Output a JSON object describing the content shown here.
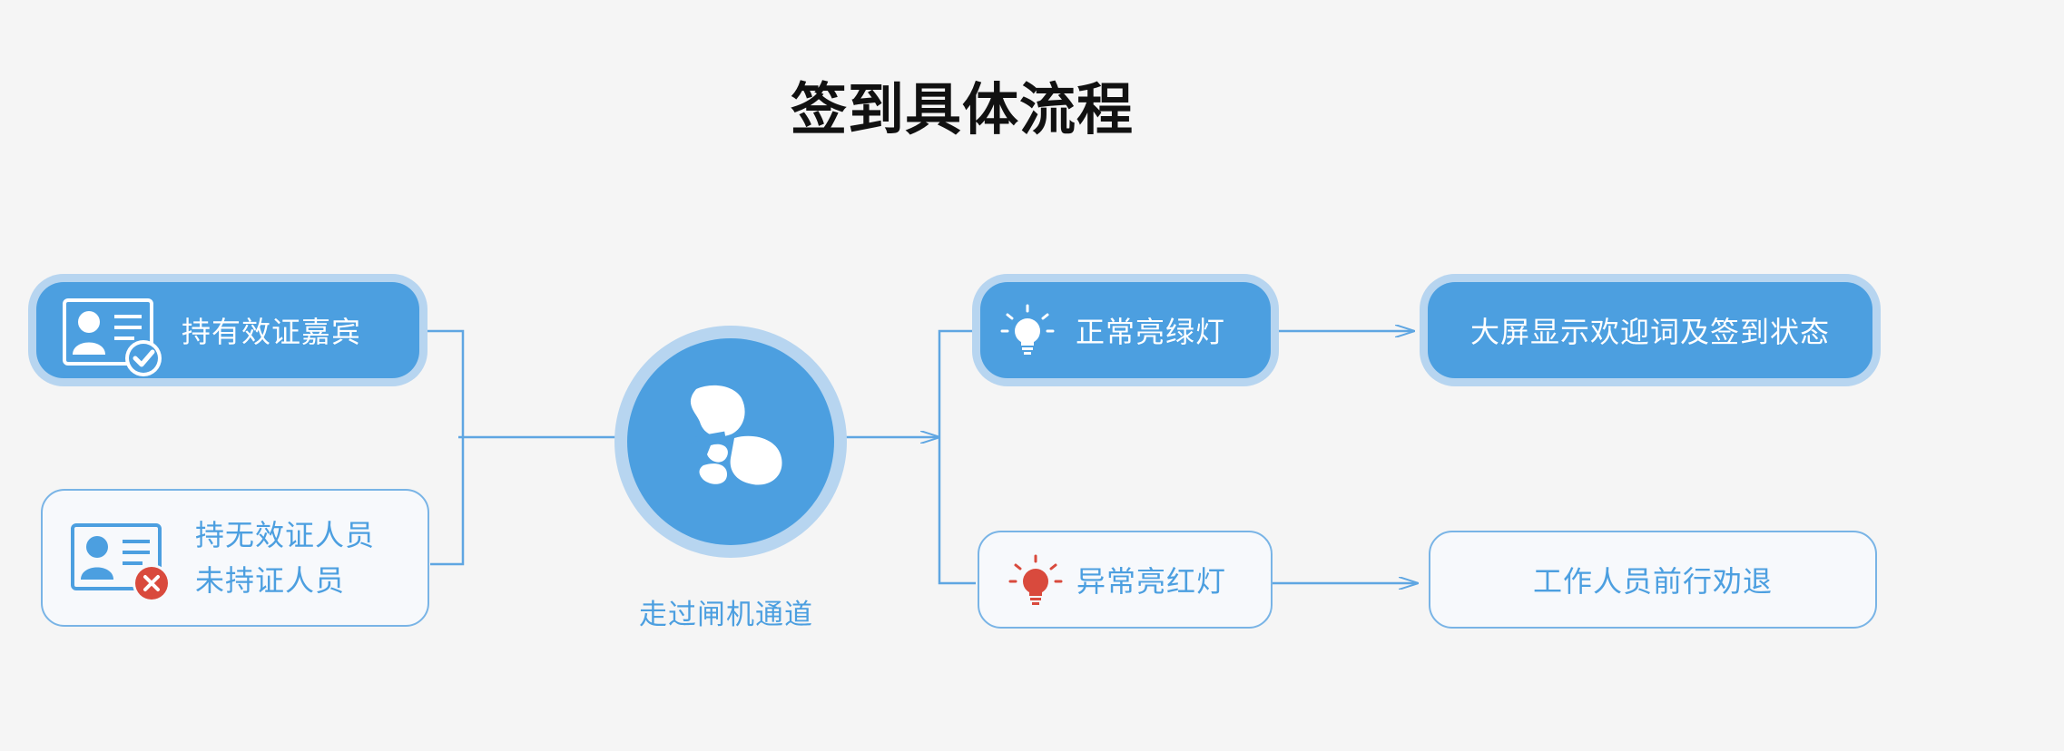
{
  "title": "签到具体流程",
  "nodes": {
    "valid_guest": "持有效证嘉宾",
    "invalid_line1": "持无效证人员",
    "invalid_line2": "未持证人员",
    "gate_caption": "走过闸机通道",
    "green_light": "正常亮绿灯",
    "red_light": "异常亮红灯",
    "screen_display": "大屏显示欢迎词及签到状态",
    "staff_dissuade": "工作人员前行劝退"
  },
  "icons": {
    "valid_guest": "id-card-check-icon",
    "invalid": "id-card-cross-icon",
    "gate": "footprints-icon",
    "green_light": "lightbulb-icon",
    "red_light": "lightbulb-red-icon"
  },
  "colors": {
    "primary": "#4c9fe0",
    "halo": "#b7d5f0",
    "outline": "#79b4e6",
    "alert": "#d94a3d"
  }
}
